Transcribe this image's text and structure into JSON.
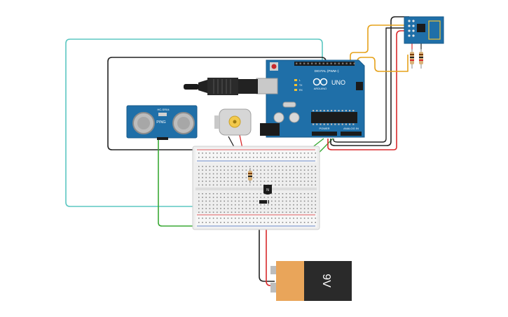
{
  "colors": {
    "arduino_board": "#1f6fa8",
    "breadboard": "#eeeeee",
    "wire_black": "#222222",
    "wire_red": "#d9292b",
    "wire_green": "#3aaa35",
    "wire_cyan": "#5cc7c2",
    "wire_orange": "#e6a21a",
    "battery_body": "#2a2a2a",
    "battery_label": "#e9a55a"
  },
  "arduino": {
    "model": "UNO",
    "brand": "ARDUINO",
    "digital_header": "DIGITAL (PWM~)",
    "power_header": "POWER",
    "analog_header": "ANALOG IN",
    "pin_tx": "TX",
    "pin_rx": "RX",
    "pin_l": "L"
  },
  "ultrasonic": {
    "model": "HC-SR04",
    "label_ping": "PING"
  },
  "battery": {
    "label": "9V"
  },
  "motor": {
    "name": "DC Motor"
  },
  "esp_module": {
    "name": "ESP8266"
  }
}
